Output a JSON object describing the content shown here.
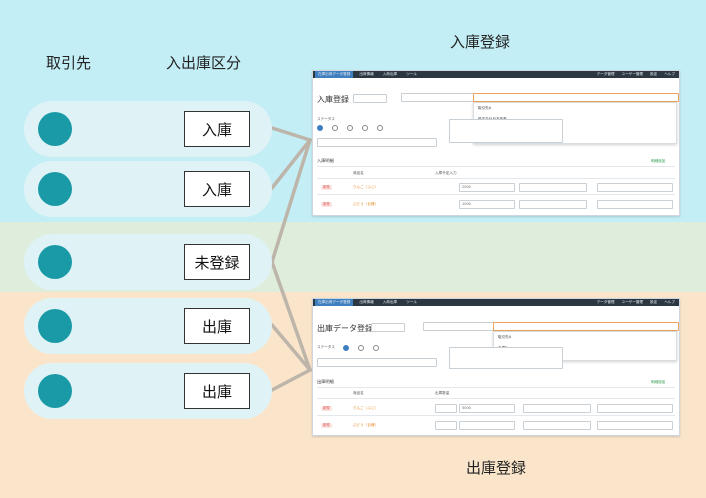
{
  "headers": {
    "partner": "取引先",
    "category": "入出庫区分"
  },
  "titles": {
    "receipt": "入庫登録",
    "shipment": "出庫登録"
  },
  "rows": [
    {
      "category": "入庫"
    },
    {
      "category": "入庫"
    },
    {
      "category": "未登録"
    },
    {
      "category": "出庫"
    },
    {
      "category": "出庫"
    }
  ],
  "colors": {
    "band_receipt": "#c3eef5",
    "band_unregistered": "#deeddc",
    "band_shipment": "#fae5cb",
    "dot": "#1a9aa6",
    "connector": "#bdb5aa"
  },
  "receipt_screen": {
    "nav_tabs": [
      "在庫出荷データ登録",
      "出荷情報",
      "入荷出庫",
      "ツール"
    ],
    "nav_right": [
      "データ管理",
      "ユーザー管理",
      "設定",
      "ヘルプ"
    ],
    "heading": "入庫登録",
    "status_label": "ステータス",
    "dropdown_items": [
      "取引先A",
      "株式会社日本商事",
      "倉庫B"
    ],
    "section_title": "入庫明細",
    "add_label": "明細追加",
    "col_product": "商品名",
    "col_qty": "入庫予定入力",
    "products": [
      {
        "badge": "新規",
        "name": "りんご（ふじ）",
        "qty": "2000"
      },
      {
        "badge": "新規",
        "name": "ぶどう（巨峰）",
        "qty": "1000"
      }
    ]
  },
  "shipment_screen": {
    "nav_tabs": [
      "在庫出荷データ登録",
      "出荷情報",
      "入荷出庫",
      "ツール"
    ],
    "nav_right": [
      "データ管理",
      "ユーザー管理",
      "設定",
      "ヘルプ"
    ],
    "heading": "出庫データ登録",
    "status_label": "ステータス",
    "dropdown_items": [
      "取引先A",
      "倉庫B"
    ],
    "section_title": "出庫明細",
    "add_label": "明細追加",
    "col_product": "商品名",
    "col_qty": "出庫数量",
    "products": [
      {
        "badge": "新規",
        "name": "りんご（ふじ）",
        "qty": "5000"
      },
      {
        "badge": "新規",
        "name": "ぶどう（巨峰）",
        "qty": ""
      }
    ]
  }
}
